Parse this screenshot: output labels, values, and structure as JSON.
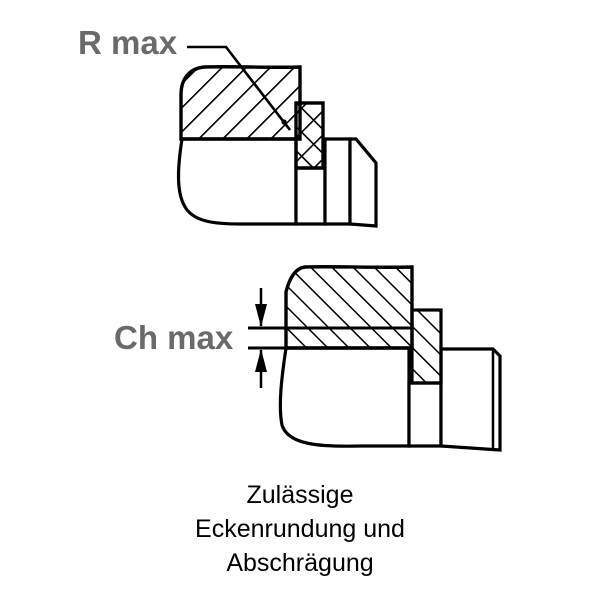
{
  "diagram": {
    "labels": {
      "r_max": "R max",
      "ch_max": "Ch max"
    },
    "caption": {
      "line1": "Zulässige",
      "line2": "Eckenrundung und",
      "line3": "Abschrägung"
    },
    "colors": {
      "label_gray": "#6a6a6a",
      "stroke": "#000000",
      "background": "#ffffff"
    },
    "views": [
      {
        "name": "corner-radius-view",
        "annotation": "R max"
      },
      {
        "name": "chamfer-view",
        "annotation": "Ch max"
      }
    ]
  }
}
